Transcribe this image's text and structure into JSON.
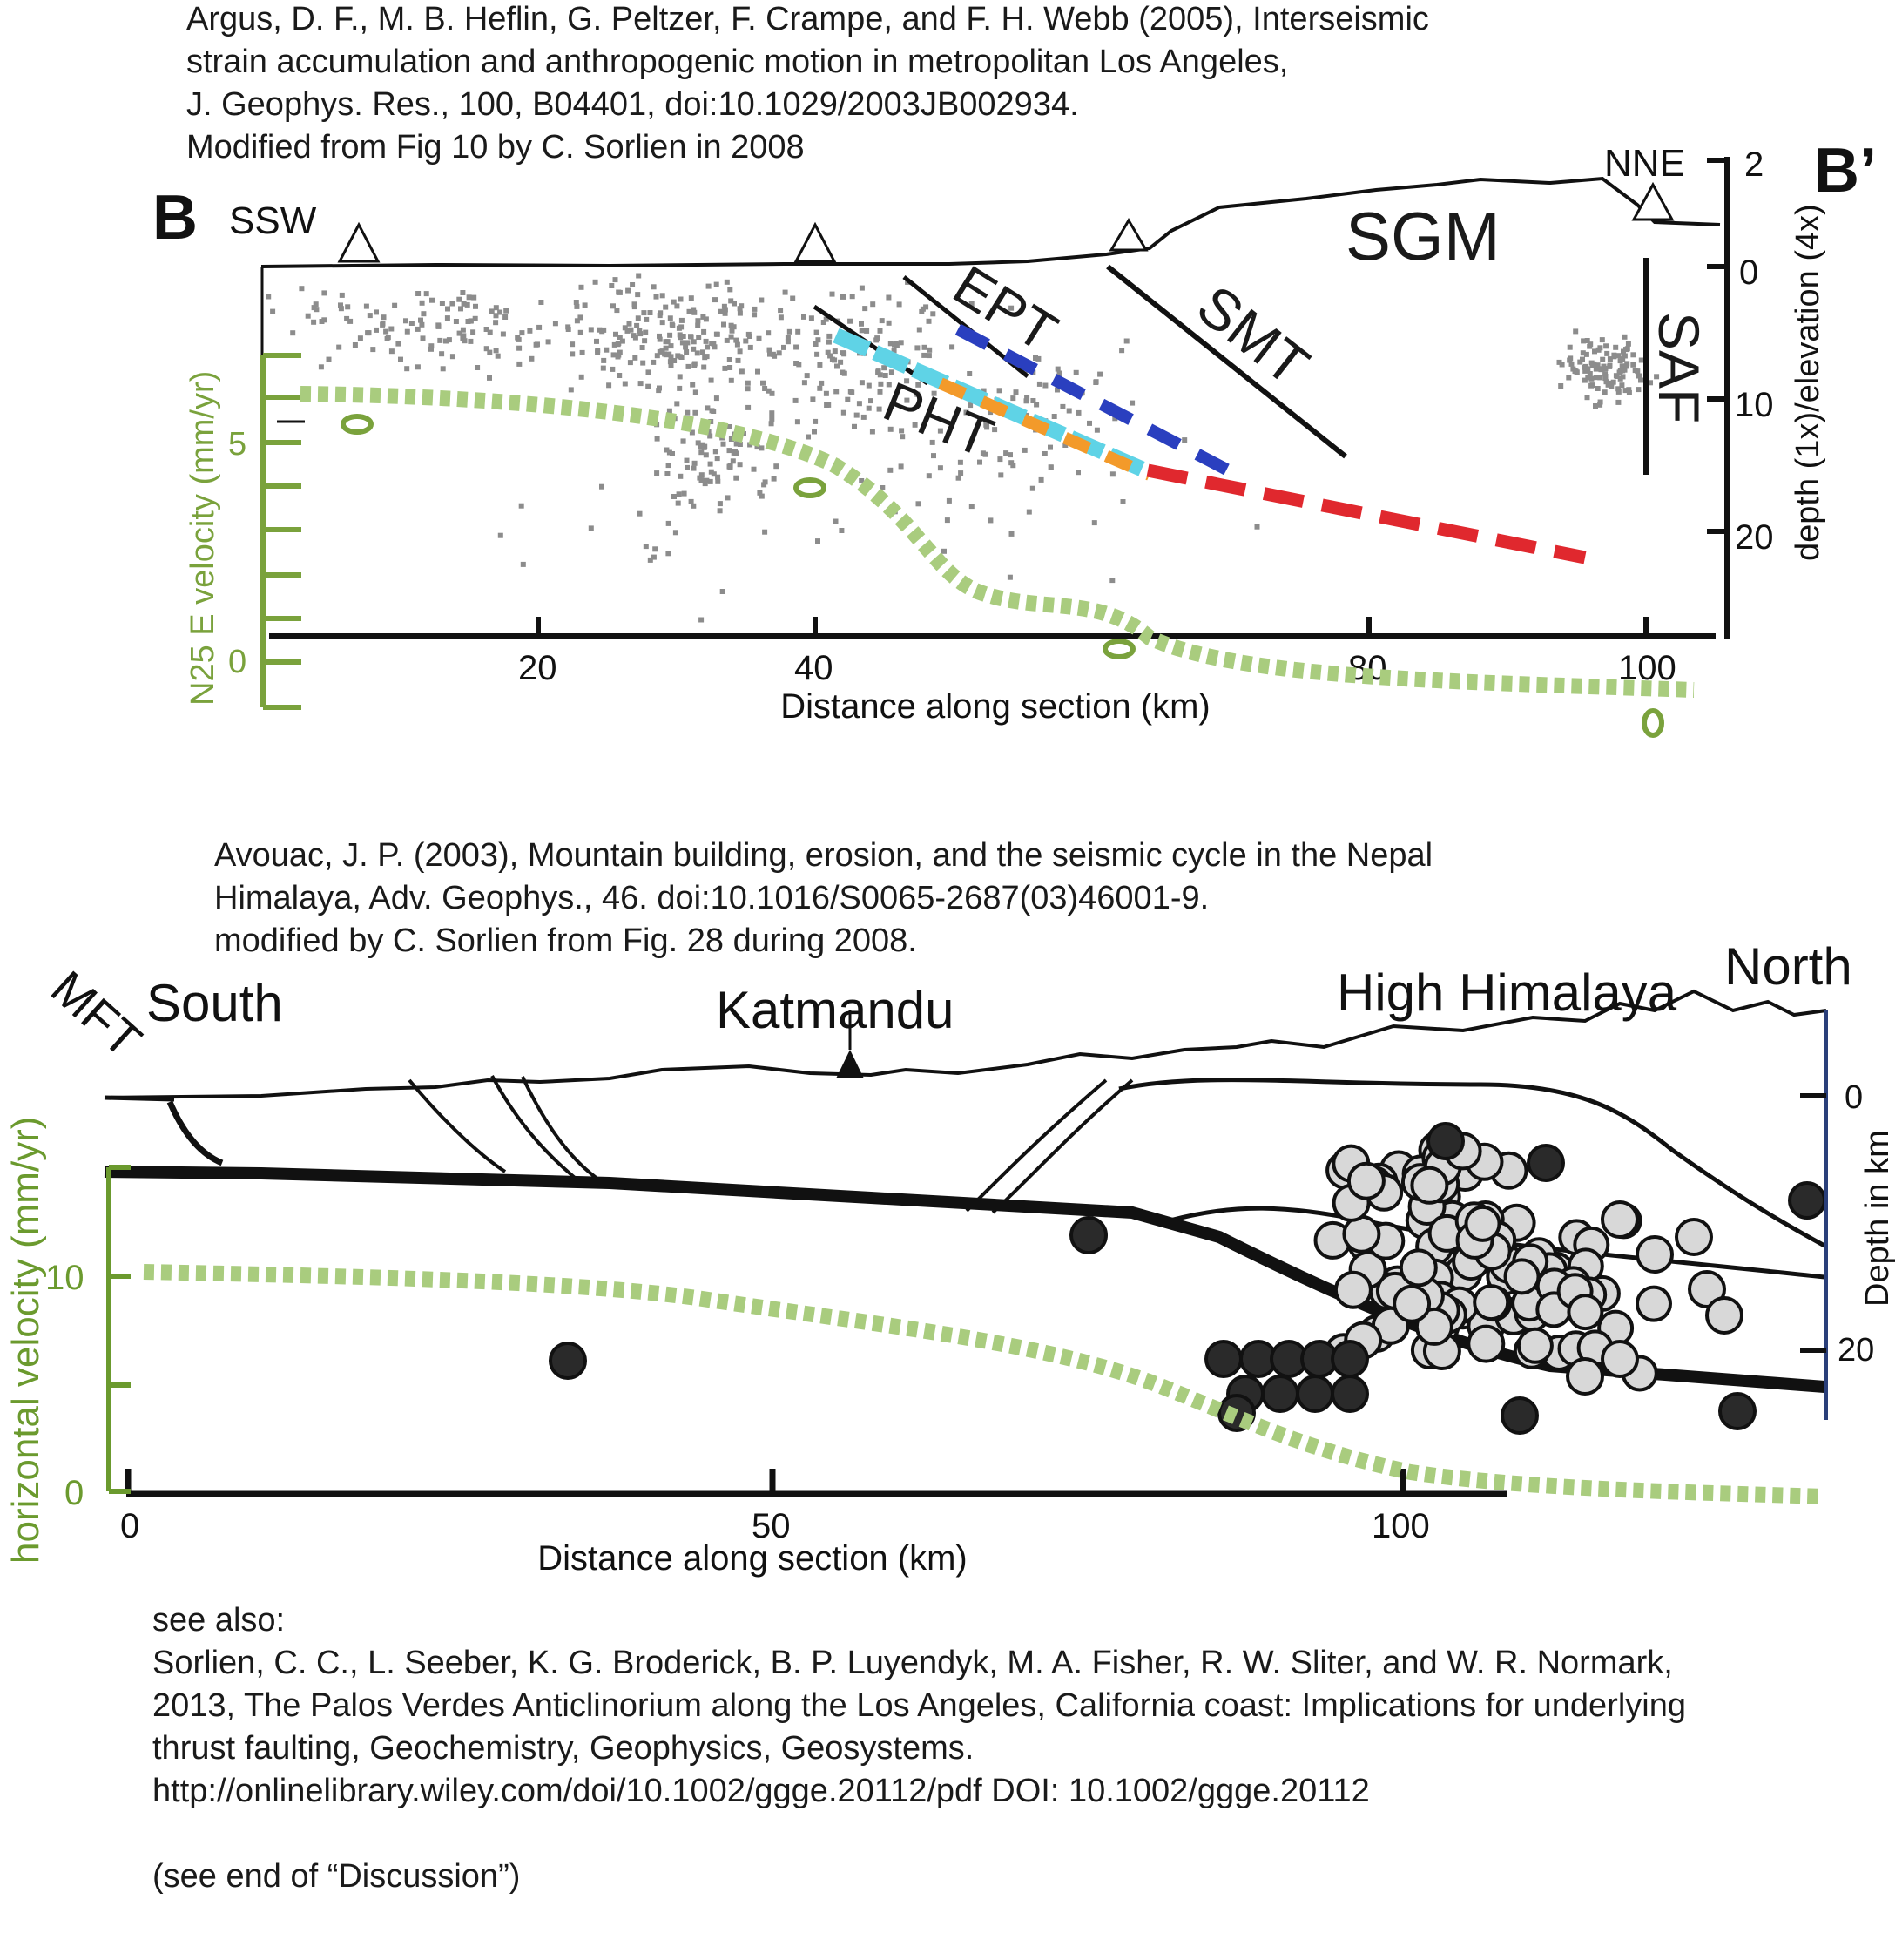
{
  "citation_top": {
    "lines": [
      "Argus, D. F., M. B. Heflin, G. Peltzer, F. Crampe, and F. H. Webb (2005), Interseismic",
      "strain accumulation and anthropogenic motion in metropolitan Los Angeles,",
      "J. Geophys. Res., 100, B04401, doi:10.1029/2003JB002934.",
      "Modified from Fig 10 by C. Sorlien in 2008"
    ]
  },
  "panel_top": {
    "label_left": "B",
    "label_right": "B’",
    "dir_left": "SSW",
    "dir_right": "NNE",
    "features": {
      "sgm": "SGM",
      "ept": "EPT",
      "smt": "SMT",
      "pht": "PHT",
      "saf": "SAF"
    },
    "depth_axis_label": "depth (1x)/elevation (4x)",
    "depth_ticks": [
      "2",
      "0",
      "10",
      "20"
    ],
    "x_ticks": [
      "20",
      "40",
      "80",
      "100"
    ],
    "x_axis_label": "Distance along section (km)",
    "velocity_axis_label": "N25 E velocity (mm/yr)",
    "velocity_ticks": [
      "5",
      "0"
    ],
    "profile_markers": [
      "o",
      "o",
      "o",
      "o"
    ],
    "colors": {
      "velocity": "#7aa23c",
      "velocity_curve": "#a9cc7e",
      "fault_red": "#e0282e",
      "fault_blue": "#2a3fbf",
      "fault_cyan": "#5fd3e6",
      "fault_orange": "#f39a2a",
      "seismicity": "#8c8c8c"
    }
  },
  "citation_mid": {
    "lines": [
      "Avouac, J. P. (2003), Mountain building, erosion, and the seismic cycle in the Nepal",
      "Himalaya, Adv. Geophys., 46. doi:10.1016/S0065-2687(03)46001-9.",
      "modified by C. Sorlien from Fig. 28 during 2008."
    ]
  },
  "panel_bottom": {
    "mft": "MFT",
    "south": "South",
    "katmandu": "Katmandu",
    "high_himalaya": "High Himalaya",
    "north": "North",
    "depth_axis_label": "Depth in km",
    "depth_ticks": [
      "0",
      "20"
    ],
    "x_ticks": [
      "0",
      "50",
      "100"
    ],
    "x_axis_label": "Distance along section (km)",
    "velocity_axis_label": "horizontal velocity (mm/yr)",
    "velocity_ticks": [
      "10",
      "0"
    ],
    "colors": {
      "velocity": "#6b9a2e",
      "velocity_curve": "#a9cc7e",
      "depth_axis": "#2a3f7a"
    }
  },
  "see_also": {
    "lines": [
      "see also:",
      "Sorlien, C. C., L. Seeber, K. G. Broderick, B. P. Luyendyk, M. A. Fisher, R. W. Sliter, and W. R. Normark,",
      "2013, The Palos Verdes Anticlinorium along the Los Angeles, California coast: Implications for underlying",
      "thrust faulting, Geochemistry, Geophysics, Geosystems.",
      "http://onlinelibrary.wiley.com/doi/10.1002/ggge.20112/pdf  DOI: 10.1002/ggge.20112",
      "",
      "(see end of “Discussion”)"
    ]
  }
}
